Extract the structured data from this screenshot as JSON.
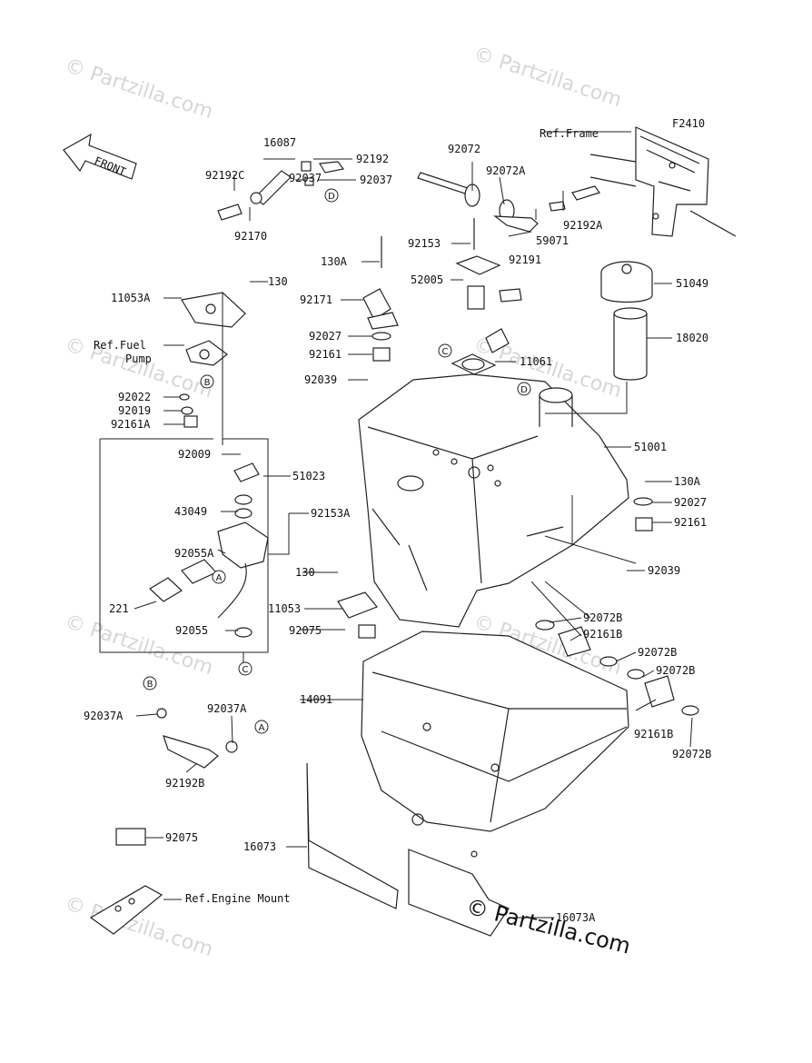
{
  "figure_code": "F2410",
  "front_label": "FRONT",
  "watermark": "© Partzilla.com",
  "copyright": "© Partzilla.com",
  "references": {
    "frame": "Ref.Frame",
    "fuel_pump_line1": "Ref.Fuel",
    "fuel_pump_line2": "Pump",
    "engine_mount": "Ref.Engine Mount"
  },
  "circle_markers": [
    "A",
    "B",
    "C",
    "D"
  ],
  "part_labels": {
    "p16087": "16087",
    "p92192": "92192",
    "p92192C": "92192C",
    "p92037": "92037",
    "p92037b": "92037",
    "p92170": "92170",
    "p92072": "92072",
    "p92072A": "92072A",
    "p92192A": "92192A",
    "p59071": "59071",
    "p92191": "92191",
    "p92153": "92153",
    "p130": "130",
    "p130A": "130A",
    "p11053A": "11053A",
    "p52005": "52005",
    "p51049": "51049",
    "p92171": "92171",
    "p92027": "92027",
    "p18020": "18020",
    "p92161": "92161",
    "p11061": "11061",
    "p92039": "92039",
    "p92022": "92022",
    "p92019": "92019",
    "p92161A": "92161A",
    "p51001": "51001",
    "p92009": "92009",
    "p51023": "51023",
    "p130A_2": "130A",
    "p43049": "43049",
    "p92153A": "92153A",
    "p92027_2": "92027",
    "p92161_2": "92161",
    "p92055A": "92055A",
    "p92039_2": "92039",
    "p130_2": "130",
    "p221": "221",
    "p11053": "11053",
    "p92072B_1": "92072B",
    "p92055": "92055",
    "p92075": "92075",
    "p92161B_1": "92161B",
    "p92072B_2": "92072B",
    "p92072B_3": "92072B",
    "p14091": "14091",
    "p92037A_1": "92037A",
    "p92037A_2": "92037A",
    "p92161B_2": "92161B",
    "p92072B_4": "92072B",
    "p92192B": "92192B",
    "p92075_2": "92075",
    "p16073": "16073",
    "p16073A": "16073A"
  }
}
